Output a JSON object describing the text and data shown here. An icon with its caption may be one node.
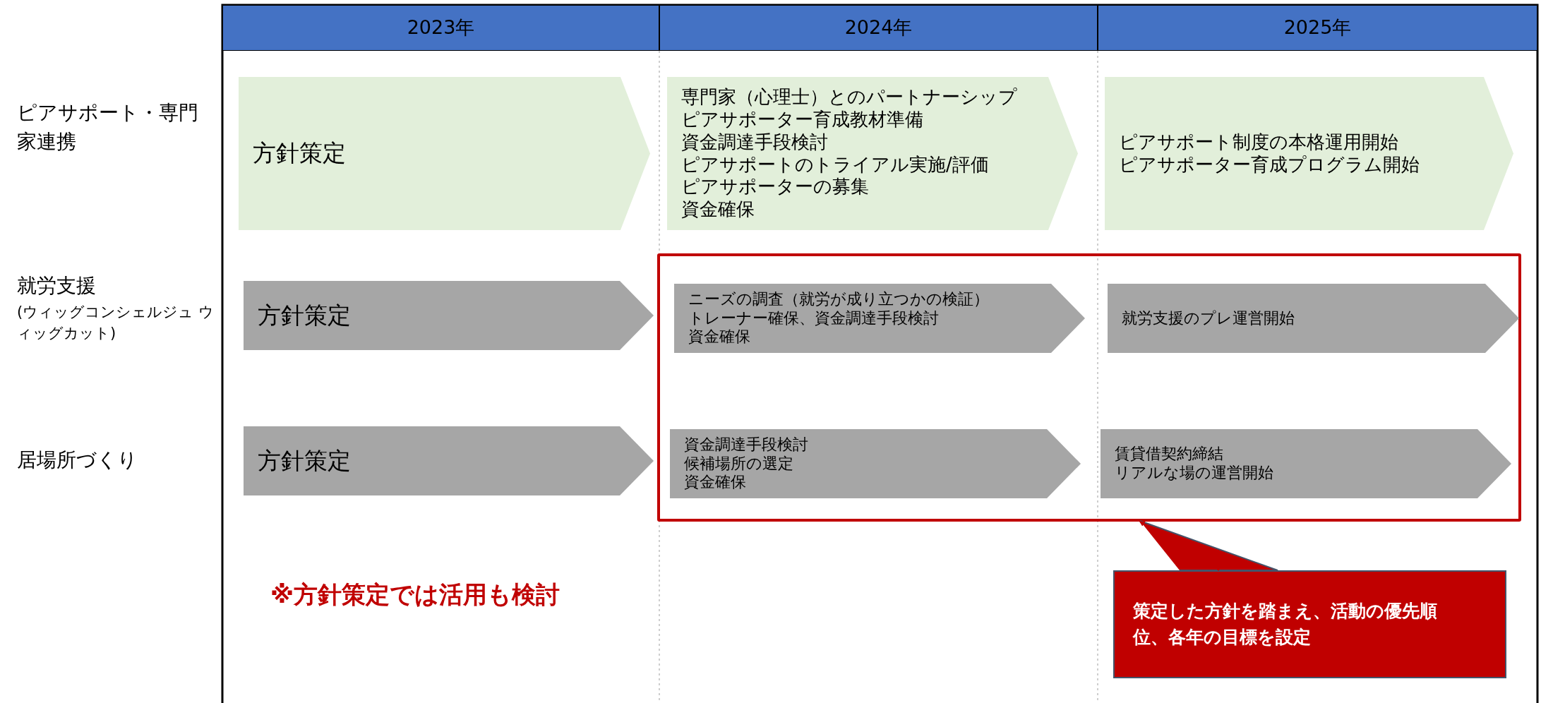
{
  "diagram": {
    "nodes": [
      {
        "text": [
          "2023年"
        ]
      },
      {
        "text": [
          "2024年"
        ]
      },
      {
        "text": [
          "2025年"
        ]
      },
      {
        "text": [
          "方針策定"
        ]
      },
      {
        "text": [
          "専門家（心理士）とのパートナーシップ",
          "ピアサポーター育成教材準備",
          "資金調達手段検討",
          "ピアサポートのトライアル実施/評価",
          "ピアサポーターの募集",
          "資金確保"
        ]
      },
      {
        "text": [
          "ピアサポート制度の本格運用開始",
          "ピアサポーター育成プログラム開始"
        ]
      },
      {
        "text": [],
        "shape": "box"
      },
      {
        "text": [
          "方針策定"
        ]
      },
      {
        "text": [
          "ニーズの調査（就労が成り立つかの検証）",
          "トレーナー確保、資金調達手段検討",
          "資金確保"
        ],
        "in": 6
      },
      {
        "text": [
          "就労支援のプレ運営開始"
        ],
        "in": 6
      },
      {
        "text": [
          "方針策定"
        ]
      },
      {
        "text": [
          "資金調達手段検討",
          "候補場所の選定",
          "資金確保"
        ],
        "in": 6
      },
      {
        "text": [
          "賃貸借契約締結",
          "リアルな場の運営開始"
        ],
        "in": 6
      },
      {
        "text": [
          "策定した方針を踏まえ、活動の優先順位、各年の目標を設定"
        ]
      }
    ],
    "edges": [
      {
        "from": 13,
        "to": 6,
        "arrow": "to"
      }
    ],
    "labels": [
      "ピアサポート・専門家連携",
      "就労支援",
      "(ウィッグコンシェルジュ ウィッグカット)",
      "居場所づくり",
      "※方針策定では活用も検討"
    ]
  }
}
